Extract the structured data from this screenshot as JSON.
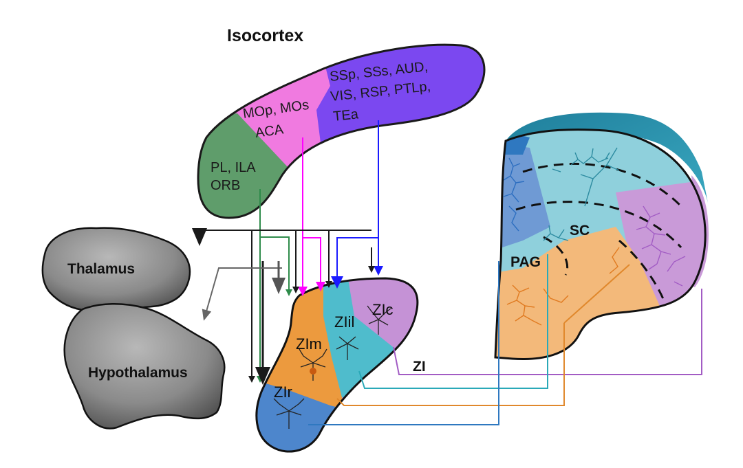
{
  "labels": {
    "isocortex": "Isocortex",
    "thalamus": "Thalamus",
    "hypothalamus": "Hypothalamus",
    "zi": "ZI",
    "sc": "SC",
    "pag": "PAG"
  },
  "cortex_regions": {
    "prefrontal": {
      "line1": "PL, ILA",
      "line2": "ORB",
      "color": "#5f9d6b"
    },
    "motor": {
      "line1": "MOp, MOs",
      "line2": "ACA",
      "color": "#f07ae0"
    },
    "sensory": {
      "line1": "SSp, SSs, AUD,",
      "line2": "VIS, RSP, PTLp,",
      "line3": "TEa",
      "color": "#7b48f0"
    }
  },
  "zi_subregions": {
    "zir": {
      "label": "ZIr",
      "color": "#4d86cc"
    },
    "zim": {
      "label": "ZIm",
      "color": "#ec9a3e"
    },
    "zil": {
      "label": "ZIil",
      "color": "#4fbccc"
    },
    "zic": {
      "label": "ZIc",
      "color": "#c592d6"
    }
  },
  "midbrain_colors": {
    "sc_top": "#2f96b3",
    "sc_fill": "#8fd0dc",
    "pag_fill": "#f3b97a",
    "lateral": "#c99ad8"
  },
  "connection_colors": {
    "black": "#1a1a1a",
    "gray": "#666666",
    "green": "#2e8b4a",
    "magenta": "#ff00ff",
    "blue": "#1a1aff",
    "orange": "#e0882c",
    "teal": "#2aa9b8",
    "purple": "#a25cc4"
  }
}
